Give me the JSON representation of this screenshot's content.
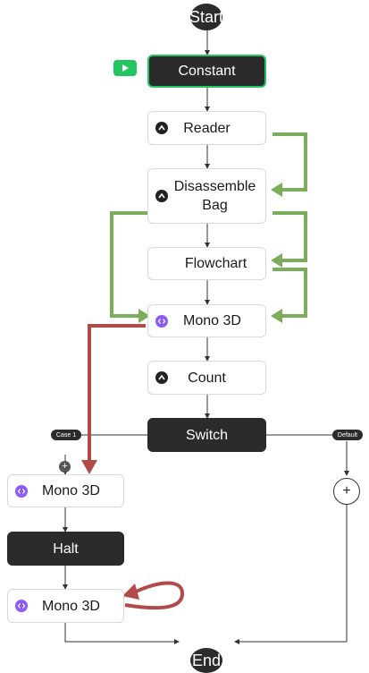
{
  "flow": {
    "start": "Start",
    "end": "End",
    "nodes": {
      "constant": "Constant",
      "reader": "Reader",
      "disassemble_bag": "Disassemble Bag",
      "flowchart": "Flowchart",
      "mono_3d_main": "Mono 3D",
      "count": "Count",
      "switch": "Switch",
      "mono_3d_case1": "Mono 3D",
      "halt": "Halt",
      "mono_3d_bottom": "Mono 3D"
    },
    "switch_cases": {
      "case1": "Case 1",
      "default": "Default"
    },
    "add_symbol": "+"
  },
  "colors": {
    "node_dark": "#2b2b2b",
    "selected_border": "#22c55e",
    "run_button": "#22c55e",
    "loop_edge_green": "#7cad5b",
    "jump_edge_red": "#b24a4a",
    "mono_icon": "#8b5cf6"
  },
  "icons": {
    "run": "play-icon",
    "reader": "node-type-icon",
    "mono": "code-icon"
  }
}
